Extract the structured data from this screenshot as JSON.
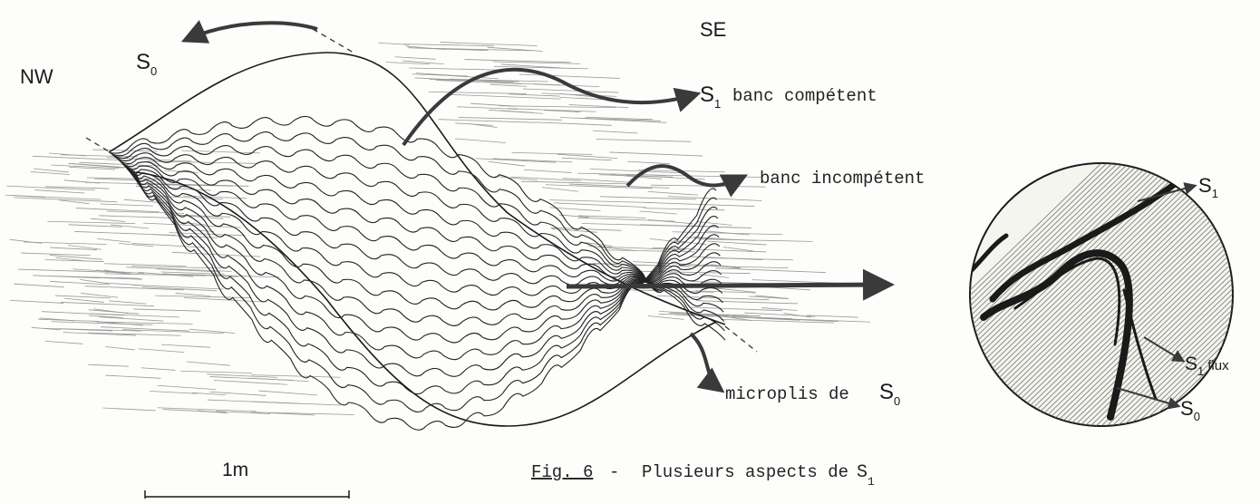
{
  "orientation": {
    "left": "NW",
    "right": "SE"
  },
  "labels": {
    "s0_top": {
      "main": "S",
      "sub": "0"
    },
    "s1_competent": {
      "main": "S",
      "sub": "1",
      "text": "banc compétent"
    },
    "incompetent": "banc incompétent",
    "microplis": {
      "text": "microplis de",
      "main": "S",
      "sub": "0"
    }
  },
  "inset": {
    "s1": {
      "main": "S",
      "sub": "1"
    },
    "s1_flux": {
      "main": "S",
      "sub": "1",
      "suffix": "flux"
    },
    "s0": {
      "main": "S",
      "sub": "0"
    }
  },
  "scale": {
    "label": "1m"
  },
  "caption": {
    "fig": "Fig. 6",
    "dash": "-",
    "text": "Plusieurs aspects de",
    "main": "S",
    "sub": "1"
  },
  "colors": {
    "ink": "#1a1a1a",
    "hatch": "#555555",
    "arrow": "#3a3a3a",
    "paper": "#fdfdfb"
  }
}
